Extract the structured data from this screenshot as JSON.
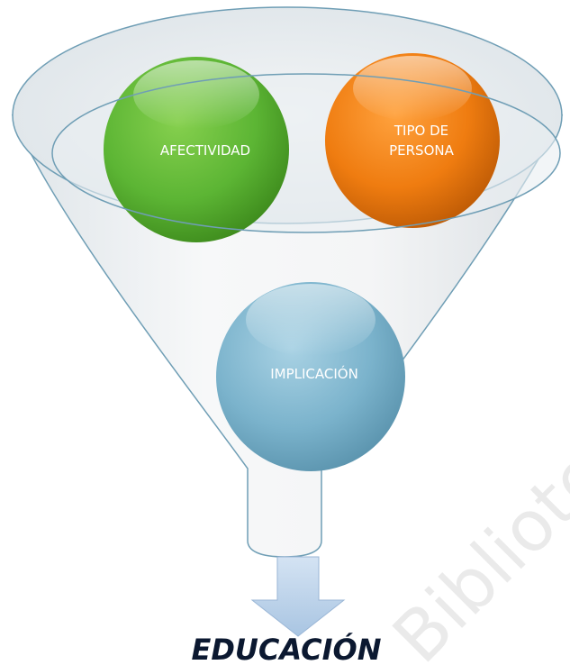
{
  "diagram": {
    "type": "funnel",
    "inputs": [
      {
        "lines": [
          "AFECTIVIDAD"
        ],
        "color": "#5cb534"
      },
      {
        "lines": [
          "TIPO DE",
          "PERSONA"
        ],
        "color": "#ef7c10"
      },
      {
        "lines": [
          "IMPLICACIÓN"
        ],
        "color": "#7bb3cc"
      }
    ],
    "output": "EDUCACIÓN",
    "watermark": "Bibliote",
    "colors": {
      "funnel_stroke": "#6f9eb5",
      "funnel_fill": "#eef1f3",
      "arrow": "#bcd3eb",
      "output_text": "#0b1830"
    }
  }
}
